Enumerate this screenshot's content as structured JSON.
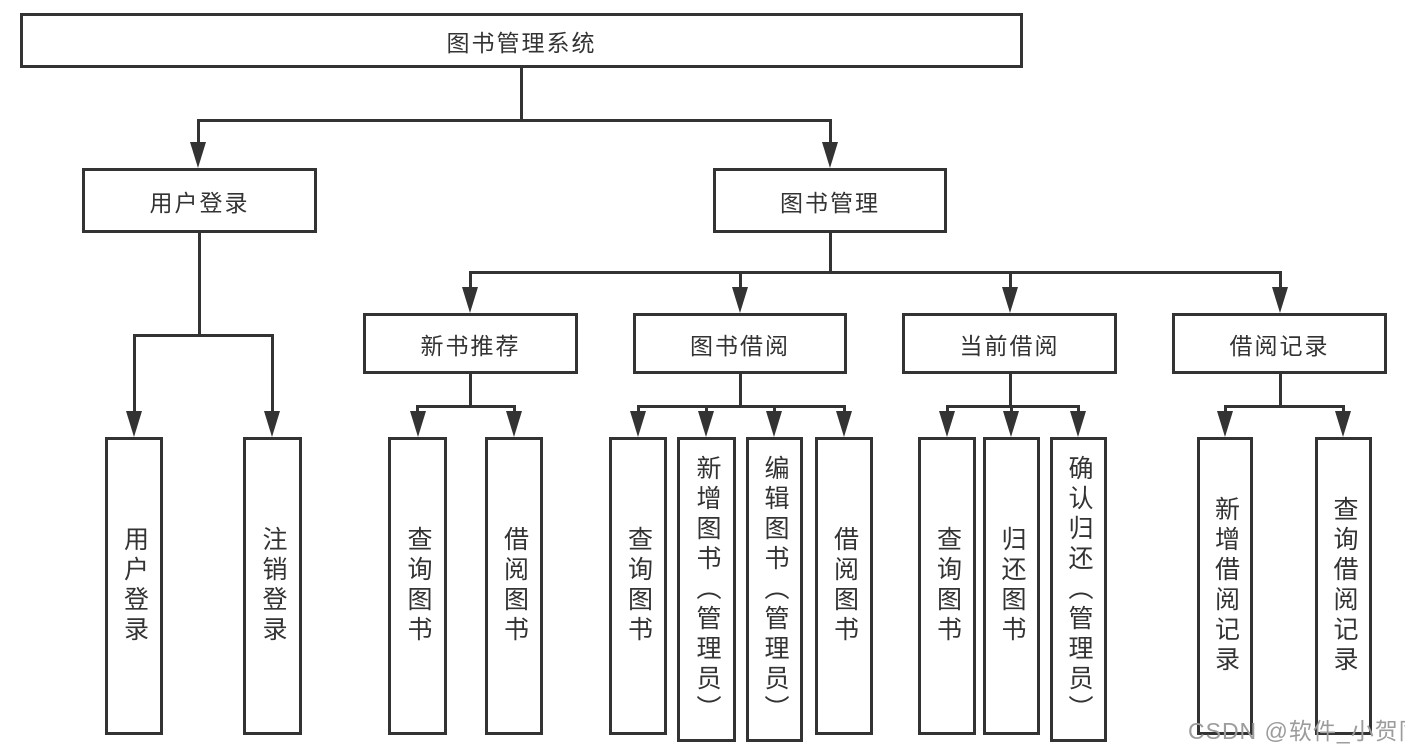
{
  "watermark": "CSDN @软件_小贺同学",
  "colors": {
    "line": "#333333",
    "text": "#333333",
    "watermark": "#9c9c9c",
    "background": "#ffffff"
  },
  "tree": {
    "label": "图书管理系统",
    "children": [
      {
        "label": "用户登录",
        "children": [
          {
            "label": "用户登录"
          },
          {
            "label": "注销登录"
          }
        ]
      },
      {
        "label": "图书管理",
        "children": [
          {
            "label": "新书推荐",
            "children": [
              {
                "label": "查询图书"
              },
              {
                "label": "借阅图书"
              }
            ]
          },
          {
            "label": "图书借阅",
            "children": [
              {
                "label": "查询图书"
              },
              {
                "label": "新增图书（管理员）"
              },
              {
                "label": "编辑图书（管理员）"
              },
              {
                "label": "借阅图书"
              }
            ]
          },
          {
            "label": "当前借阅",
            "children": [
              {
                "label": "查询图书"
              },
              {
                "label": "归还图书"
              },
              {
                "label": "确认归还（管理员）"
              }
            ]
          },
          {
            "label": "借阅记录",
            "children": [
              {
                "label": "新增借阅记录"
              },
              {
                "label": "查询借阅记录"
              }
            ]
          }
        ]
      }
    ]
  }
}
